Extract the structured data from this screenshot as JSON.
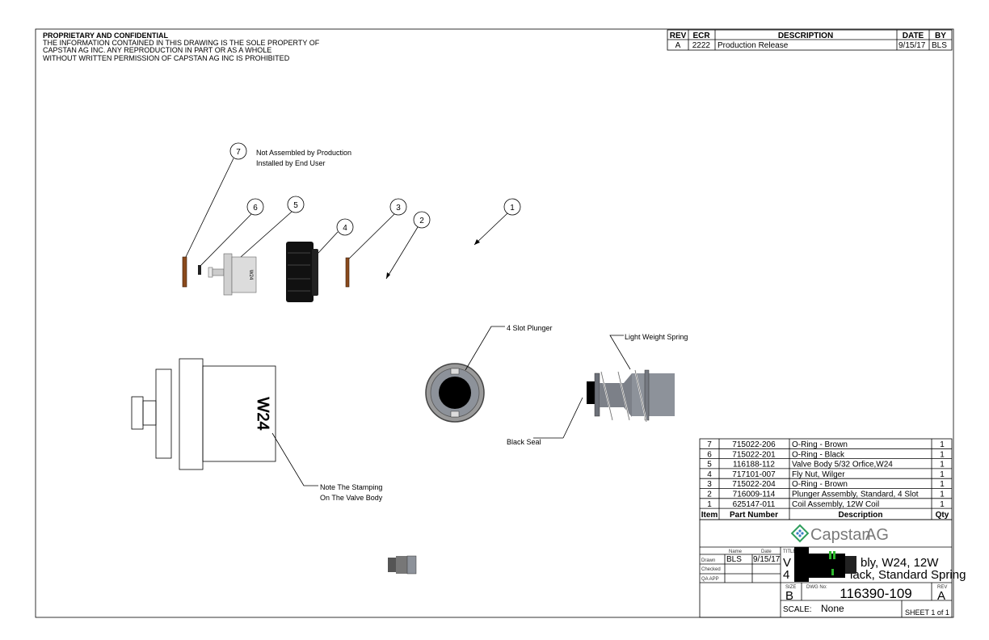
{
  "notice": {
    "heading": "PROPRIETARY AND CONFIDENTIAL",
    "lines": [
      "THE INFORMATION CONTAINED IN THIS DRAWING IS THE SOLE PROPERTY OF",
      "CAPSTAN AG INC. ANY REPRODUCTION IN PART OR AS A WHOLE",
      "WITHOUT WRITTEN PERMISSION OF CAPSTAN AG INC IS PROHIBITED"
    ]
  },
  "revisions": {
    "headers": [
      "REV",
      "ECR",
      "DESCRIPTION",
      "DATE",
      "BY"
    ],
    "rows": [
      [
        "A",
        "2222",
        "Production Release",
        "9/15/17",
        "BLS"
      ]
    ]
  },
  "callouts": [
    "1",
    "2",
    "3",
    "4",
    "5",
    "6",
    "7"
  ],
  "notes": {
    "item7_line1": "Not Assembled by Production",
    "item7_line2": "Installed by End User",
    "plunger": "4 Slot Plunger",
    "spring": "Light Weight Spring",
    "seal": "Black Seal",
    "stamp_line1": "Note The Stamping",
    "stamp_line2": "On The Valve Body",
    "stamp_text": "W24",
    "part_stamp": "W24"
  },
  "bom": {
    "headers": [
      "Item",
      "Part Number",
      "Description",
      "Qty"
    ],
    "rows": [
      [
        "7",
        "715022-206",
        "O-Ring - Brown",
        "1"
      ],
      [
        "6",
        "715022-201",
        "O-Ring - Black",
        "1"
      ],
      [
        "5",
        "116188-112",
        "Valve Body 5/32 Orfice,W24",
        "1"
      ],
      [
        "4",
        "717101-007",
        "Fly Nut, Wilger",
        "1"
      ],
      [
        "3",
        "715022-204",
        "O-Ring - Brown",
        "1"
      ],
      [
        "2",
        "716009-114",
        "Plunger Assembly, Standard, 4 Slot",
        "1"
      ],
      [
        "1",
        "625147-011",
        "Coil Assembly, 12W Coil",
        "1"
      ]
    ]
  },
  "title_block": {
    "logo_text_a": "Capstan",
    "logo_text_b": "AG",
    "logo_color": "#2e9e5b",
    "logo_dots_color": "#3b7fc4",
    "name_label": "Name",
    "date_label": "Date",
    "drawn_label": "Drawn",
    "checked_label": "Checked",
    "qa_label": "QA APP",
    "drawn_name": "BLS",
    "drawn_date": "9/15/17",
    "title_label": "TITLE:",
    "title_line1_a": "V",
    "title_line1_b": "bly, W24, 12W",
    "title_line2_a": "4",
    "title_line2_b": "lack, Standard Spring",
    "size_label": "SIZE",
    "size": "B",
    "dwg_label": "DWG No:",
    "dwg_no": "116390-109",
    "rev_label": "REV",
    "rev": "A",
    "scale_label": "SCALE:",
    "scale": "None",
    "sheet": "SHEET 1 of 1"
  },
  "colors": {
    "oring_brown": "#8a4a1c",
    "part_grey": "#8c8f96",
    "body_light": "#d8d8d8"
  }
}
